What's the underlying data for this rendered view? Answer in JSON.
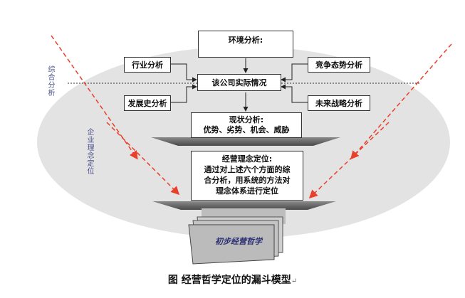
{
  "diagram": {
    "top_box": "环境分析:",
    "left_upper_box": "行业分析",
    "right_upper_box": "竞争态势分析",
    "center_box": "该公司实际情况",
    "left_lower_box": "发展史分析",
    "right_lower_box": "未来战略分析",
    "status_box": {
      "line1": "现状分析:",
      "line2": "优势、劣势、机会、威胁"
    },
    "positioning_box": {
      "line1": "经营理念定位:",
      "line2": "通过对上述六个方面的综",
      "line3": "合分析，用系统的方法对",
      "line4": "理念体系进行定位"
    },
    "output_label": "初步经营哲学",
    "left_outer_label": "综合分析",
    "left_inner_label": "企业理念定位"
  },
  "caption": "图  经营哲学定位的漏斗模型",
  "caption_mark": "↵",
  "colors": {
    "ellipse": "#e3e3e3",
    "arrow_red": "#e8402a",
    "funnel_dark": "#6e6e6e",
    "stack_gray": "#c8c8c8"
  }
}
